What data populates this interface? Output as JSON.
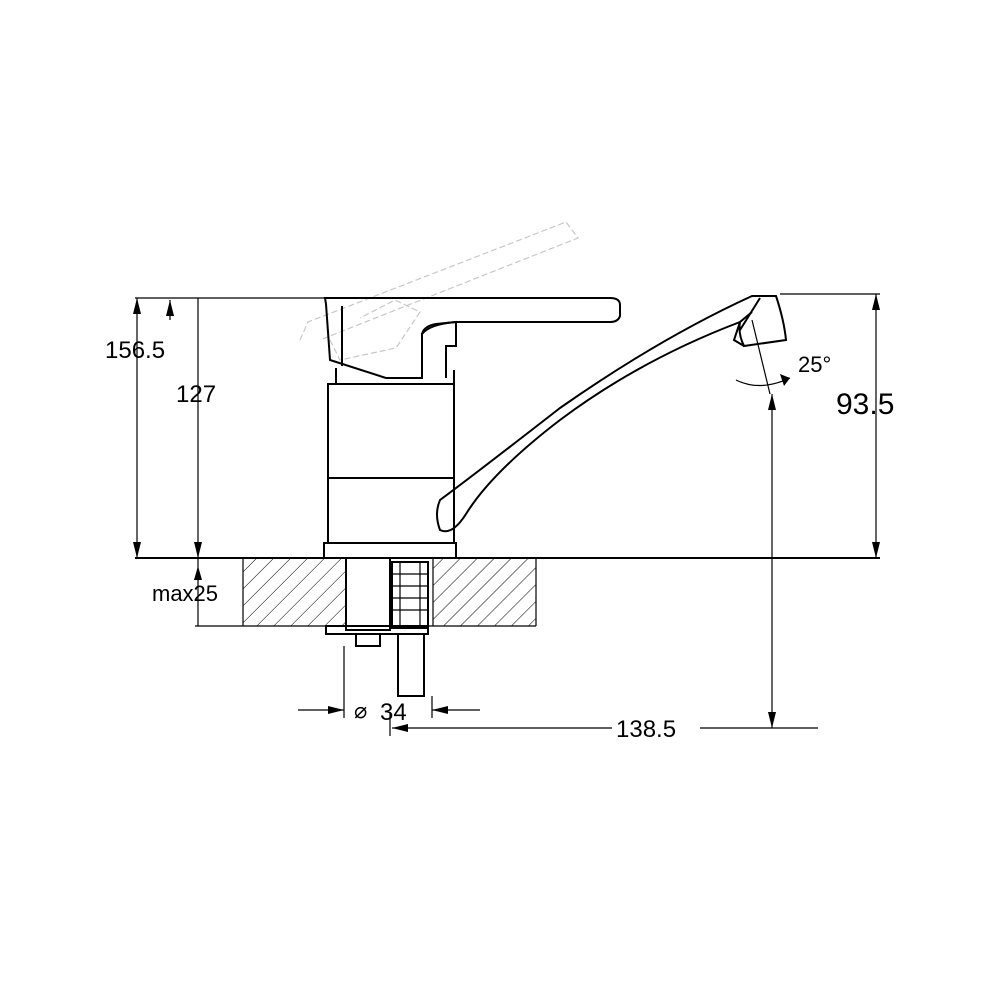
{
  "drawing": {
    "colors": {
      "line": "#000000",
      "background": "#ffffff",
      "ghost": "#c8c8c8"
    },
    "dimensions": {
      "total_height": "156.5",
      "body_height": "127",
      "spout_height": "93.5",
      "max_thickness": "max25",
      "hole_diameter": "34",
      "spout_reach": "138.5",
      "swivel_angle": "25°"
    },
    "symbols": {
      "diameter": "⌀"
    }
  }
}
